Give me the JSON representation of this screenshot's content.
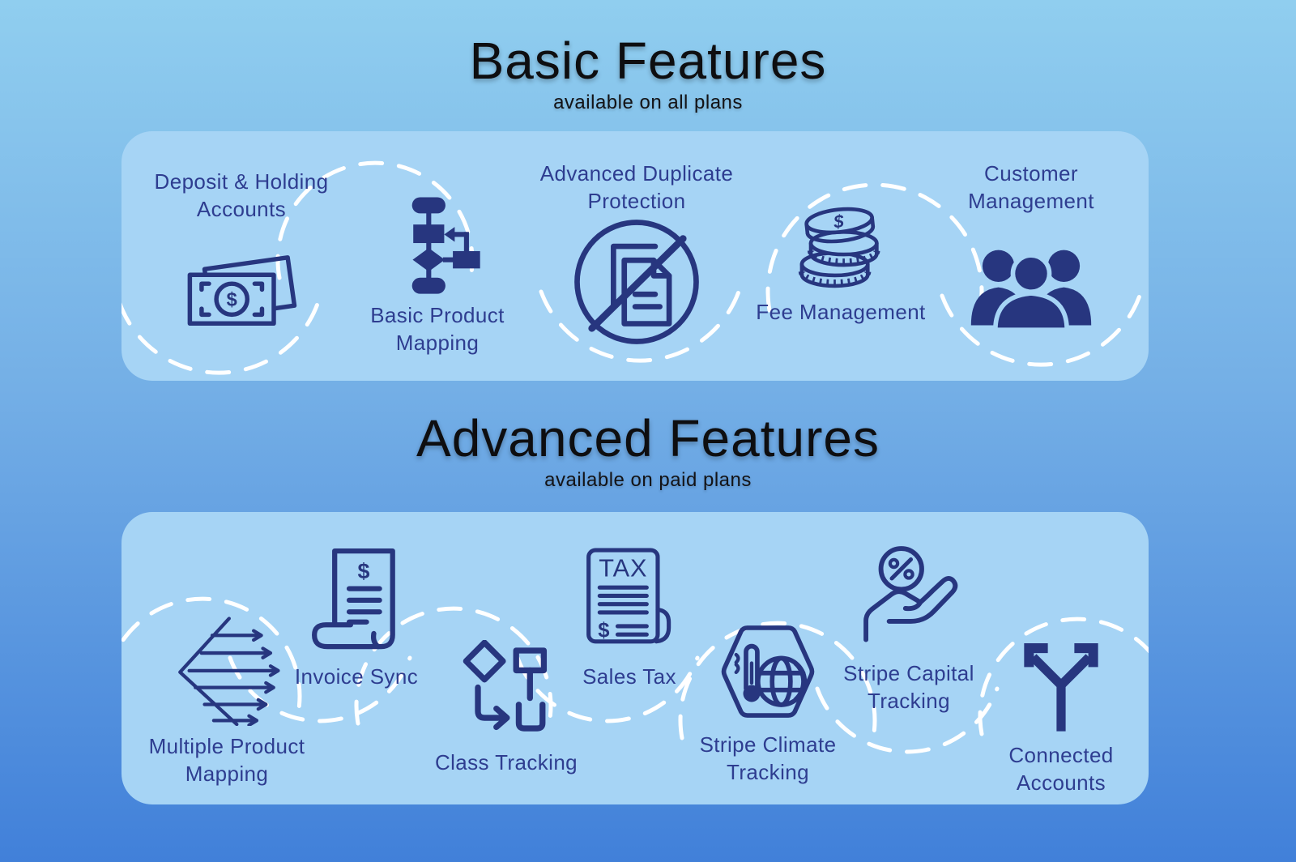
{
  "colors": {
    "background_top": "#90ceef",
    "background_bottom": "#4180d9",
    "panel": "#a6d4f5",
    "icon_navy": "#27367f",
    "label_navy": "#2e3d90",
    "title_black": "#0e0e10",
    "dash_white": "#ffffff"
  },
  "sections": [
    {
      "title": "Basic Features",
      "subtitle": "available on all plans",
      "items": [
        {
          "label": "Deposit & Holding Accounts",
          "icon": "money-bill-icon"
        },
        {
          "label": "Basic Product Mapping",
          "icon": "flowchart-icon"
        },
        {
          "label": "Advanced Duplicate Protection",
          "icon": "no-duplicate-icon"
        },
        {
          "label": "Fee Management",
          "icon": "coins-icon"
        },
        {
          "label": "Customer Management",
          "icon": "customers-icon"
        }
      ]
    },
    {
      "title": "Advanced Features",
      "subtitle": "available on paid plans",
      "items": [
        {
          "label": "Multiple Product Mapping",
          "icon": "multi-arrows-icon"
        },
        {
          "label": "Invoice Sync",
          "icon": "invoice-icon"
        },
        {
          "label": "Class Tracking",
          "icon": "class-flow-icon"
        },
        {
          "label": "Sales Tax",
          "icon": "tax-doc-icon"
        },
        {
          "label": "Stripe Climate Tracking",
          "icon": "climate-hex-icon"
        },
        {
          "label": "Stripe Capital Tracking",
          "icon": "capital-hand-icon"
        },
        {
          "label": "Connected Accounts",
          "icon": "split-arrows-icon"
        }
      ]
    }
  ]
}
